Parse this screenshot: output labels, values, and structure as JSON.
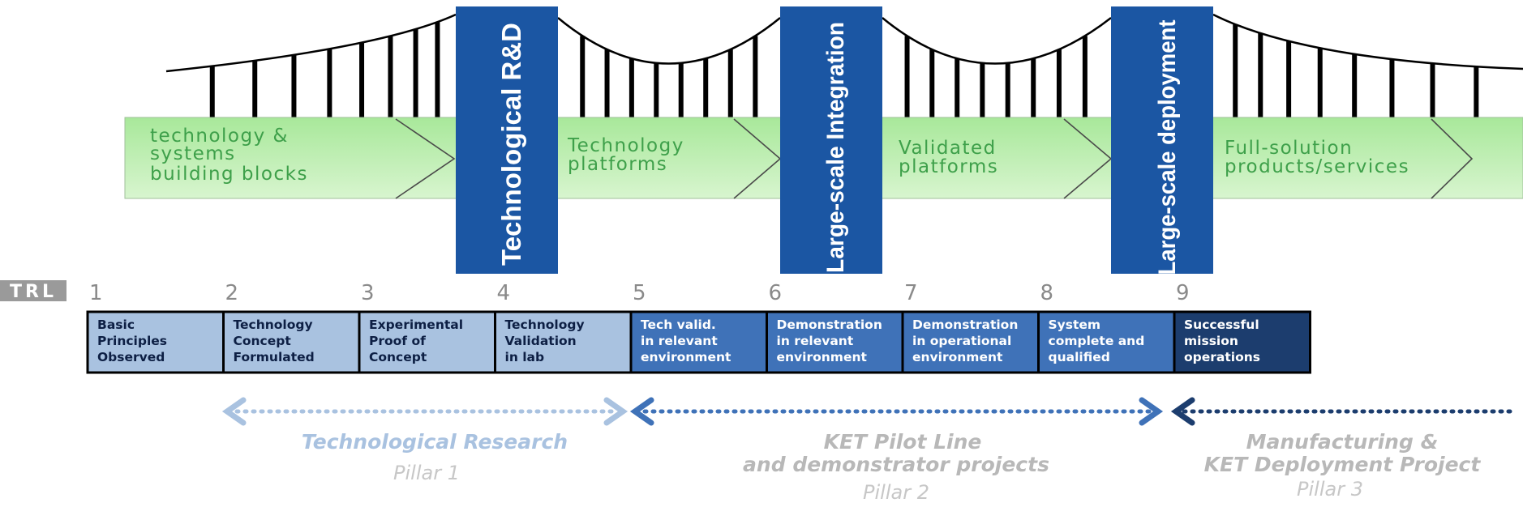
{
  "deck": [
    {
      "text": [
        "technology &",
        "systems",
        "building  blocks"
      ]
    },
    {
      "text": [
        "Technology",
        "platforms"
      ]
    },
    {
      "text": [
        "Validated",
        "platforms"
      ]
    },
    {
      "text": [
        "Full-solution",
        "products/services"
      ]
    }
  ],
  "towers": [
    {
      "label": "Technological  R&D"
    },
    {
      "label": "Large-scale Integration"
    },
    {
      "label": "Large-scale deployment"
    }
  ],
  "trl": {
    "badge": "TRL",
    "levels": [
      {
        "num": "1",
        "text": [
          "Basic",
          "Principles",
          "Observed"
        ]
      },
      {
        "num": "2",
        "text": [
          "Technology",
          "Concept",
          "Formulated"
        ]
      },
      {
        "num": "3",
        "text": [
          "Experimental",
          "Proof of",
          "Concept"
        ]
      },
      {
        "num": "4",
        "text": [
          "Technology",
          "Validation",
          "in lab"
        ]
      },
      {
        "num": "5",
        "text": [
          "Tech valid.",
          "in relevant",
          "environment"
        ]
      },
      {
        "num": "6",
        "text": [
          "Demonstration",
          "in relevant",
          "environment"
        ]
      },
      {
        "num": "7",
        "text": [
          "Demonstration",
          "in operational",
          "environment"
        ]
      },
      {
        "num": "8",
        "text": [
          "System",
          "complete and",
          "qualified"
        ]
      },
      {
        "num": "9",
        "text": [
          "Successful",
          "mission",
          "operations"
        ]
      }
    ]
  },
  "pillars": [
    {
      "title": [
        "Technological Research"
      ],
      "label": "Pillar 1"
    },
    {
      "title": [
        "KET Pilot Line",
        "and demonstrator projects"
      ],
      "label": "Pillar 2"
    },
    {
      "title": [
        "Manufacturing &",
        "KET Deployment Project"
      ],
      "label": "Pillar 3"
    }
  ],
  "colors": {
    "deck_top": "#a8e89a",
    "deck_bottom": "#d8f5cf",
    "tower": "#1b56a3",
    "trl_light": "#a9c2e0",
    "trl_mid": "#3f72b8",
    "trl_dark": "#1c3d6e",
    "pillar1": "#a9c2e0",
    "pillar2": "#3f72b8",
    "pillar3": "#1c3d6e"
  }
}
